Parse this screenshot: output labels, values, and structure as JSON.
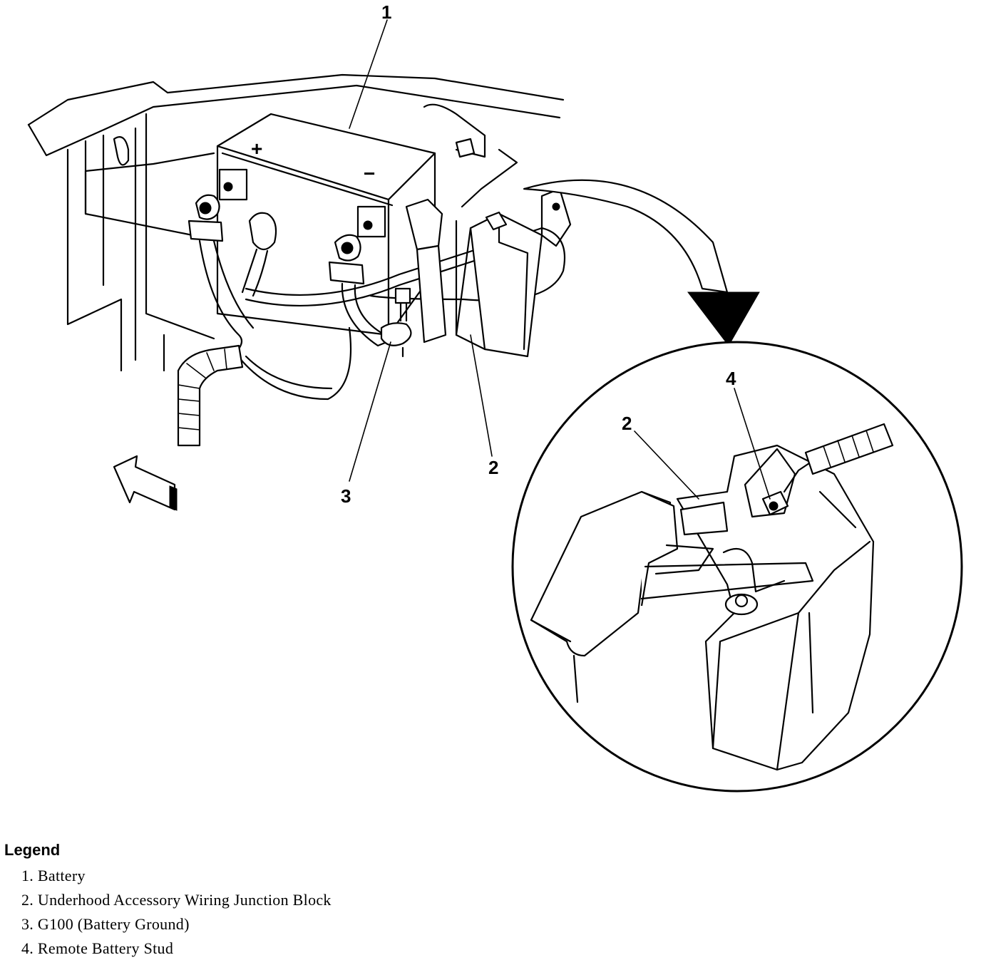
{
  "callouts": {
    "battery": "1",
    "junction_block": "2",
    "junction_block_detail": "2",
    "ground": "3",
    "remote_stud": "4"
  },
  "battery_marks": {
    "positive": "+",
    "negative": "−"
  },
  "legend": {
    "title": "Legend",
    "items": [
      "1. Battery",
      "2. Underhood Accessory Wiring Junction Block",
      "3. G100 (Battery Ground)",
      "4. Remote Battery Stud"
    ]
  }
}
